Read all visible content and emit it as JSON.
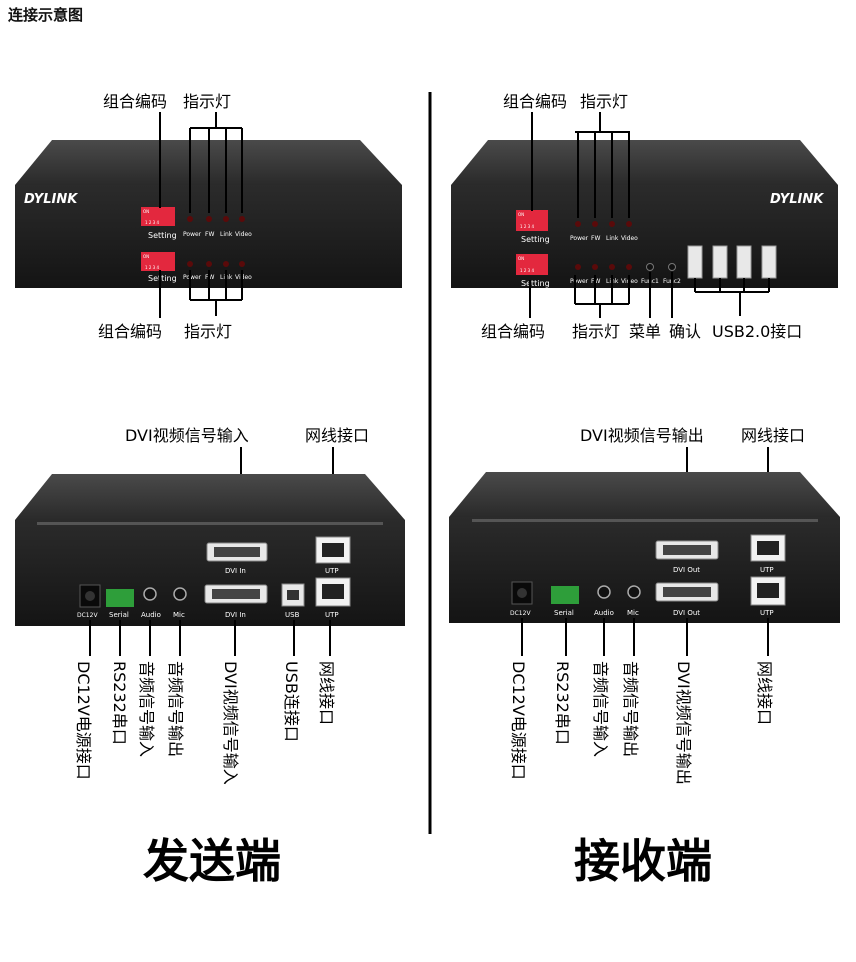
{
  "page": {
    "title": "连接示意图"
  },
  "brand": {
    "logo": "DYLINK"
  },
  "labels": {
    "dip_switch": "组合编码",
    "indicator": "指示灯",
    "menu": "菜单",
    "confirm": "确认",
    "usb20_port": "USB2.0接口",
    "dvi_in_callout": "DVI视频信号输入",
    "dvi_out_callout": "DVI视频信号输出",
    "network_port": "网线接口"
  },
  "front_panel": {
    "setting": "Setting",
    "dip_on": "ON",
    "dip_numbers": "1 2 3 4",
    "led_power": "Power",
    "led_fw": "FW",
    "led_link": "Link",
    "led_video": "Video",
    "func1": "Func1",
    "func2": "Func2"
  },
  "rear_panel": {
    "dc12v": "DC12V",
    "serial": "Serial",
    "audio": "Audio",
    "mic": "Mic",
    "dvi_in": "DVI In",
    "dvi_out": "DVI Out",
    "usb": "USB",
    "utp": "UTP"
  },
  "bottom_labels": {
    "dc12v_power": "DC12V电源接口",
    "rs232": "RS232串口",
    "audio_in": "音频信号输入",
    "audio_out": "音频信号输出",
    "dvi_in": "DVI视频信号输入",
    "dvi_out": "DVI视频信号输出",
    "usb_port": "USB连接口",
    "network_port": "网线接口"
  },
  "sections": {
    "sender": "发送端",
    "receiver": "接收端"
  },
  "colors": {
    "device_body": "#1e1e1e",
    "device_top": "#3a3a3a",
    "dip_switch": "#e3283e",
    "led_off": "#5a0a0a",
    "terminal_block": "#2e9e3a",
    "callout_line": "#000000"
  }
}
